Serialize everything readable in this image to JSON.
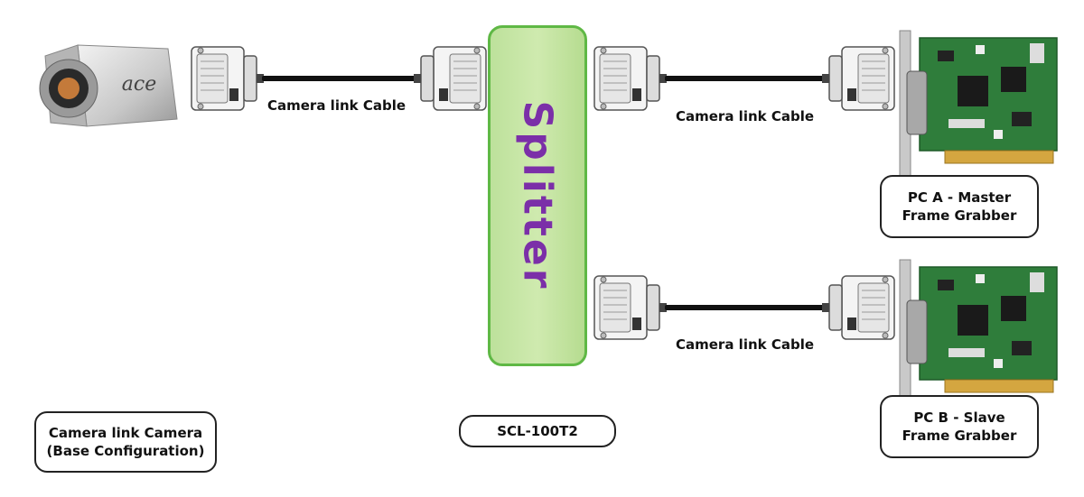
{
  "camera": {
    "brand_text": "ace",
    "label_line1": "Camera link Camera",
    "label_line2": "(Base Configuration)"
  },
  "splitter": {
    "label": "Splitter",
    "model": "SCL-100T2",
    "fill_color": "#c4e5a3",
    "border_color": "#5fb845",
    "text_color": "#7b2fa8"
  },
  "cables": {
    "camera_to_splitter": "Camera link Cable",
    "splitter_to_pc_a": "Camera link Cable",
    "splitter_to_pc_b": "Camera link Cable"
  },
  "pc_a": {
    "line1": "PC A - Master",
    "line2": "Frame Grabber"
  },
  "pc_b": {
    "line1": "PC B - Slave",
    "line2": "Frame Grabber"
  },
  "icons": [
    "camera-icon",
    "connector-icon",
    "frame-grabber-card-icon"
  ]
}
